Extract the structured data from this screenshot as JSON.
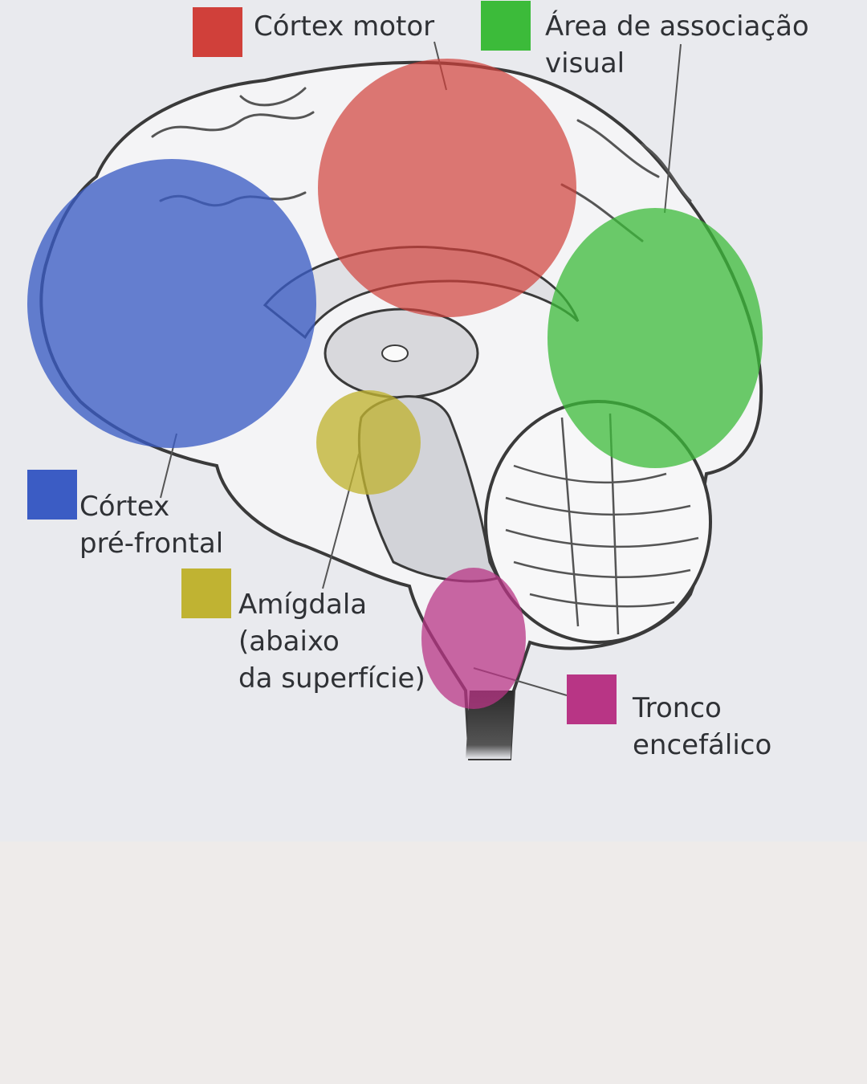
{
  "regions": [
    {
      "id": "motor",
      "label": "Córtex motor",
      "color": "#d0403a"
    },
    {
      "id": "visual",
      "label": "Área de associação\nvisual",
      "color": "#3cbb3a"
    },
    {
      "id": "prefrontal",
      "label": "Córtex\npré-frontal",
      "color": "#3b5cc4"
    },
    {
      "id": "amygdala",
      "label": "Amígdala\n(abaixo\nda superfície)",
      "color": "#c0b332"
    },
    {
      "id": "brainstem",
      "label": "Tronco\nencefálico",
      "color": "#b83585"
    }
  ]
}
